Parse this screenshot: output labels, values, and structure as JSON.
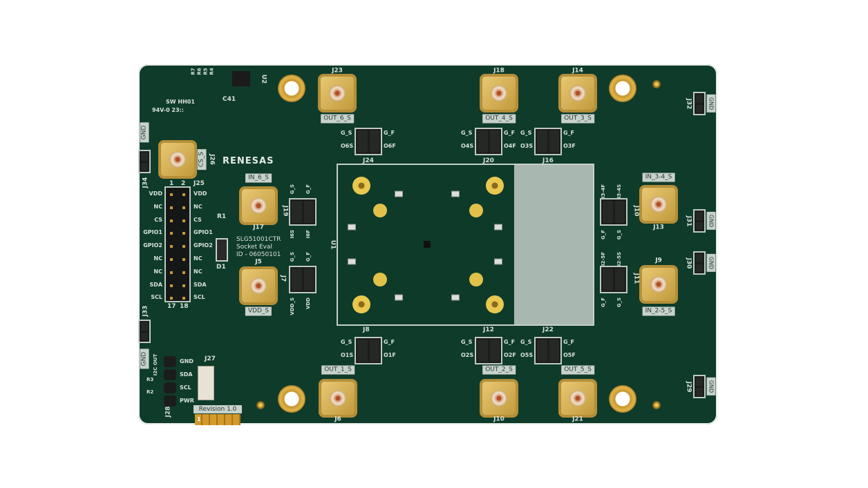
{
  "board": {
    "brand": "RENESAS",
    "product_lines": [
      "SLG51001CTR",
      "Socket Eval",
      "ID - 06050101"
    ],
    "revision": "Revision 1.0",
    "fpc_pin1": "1",
    "marking_lines": [
      "SW HH01",
      "94V-0 23::"
    ],
    "colors": {
      "pcb": "#0f3b2a",
      "gold": "#d8b45a",
      "silkscreen": "#d8e2dc"
    }
  },
  "connectors": [
    {
      "ref": "J23",
      "label": "OUT_6_S"
    },
    {
      "ref": "J18",
      "label": "OUT_4_S"
    },
    {
      "ref": "J14",
      "label": "OUT_3_S"
    },
    {
      "ref": "J26",
      "label": "CS_S"
    },
    {
      "ref": "J17",
      "label": "IN_6_S"
    },
    {
      "ref": "J5",
      "label": "VDD_S"
    },
    {
      "ref": "J13",
      "label": "IN_3-4_S"
    },
    {
      "ref": "J9",
      "label": "IN_2-5_S"
    },
    {
      "ref": "J6",
      "label": "OUT_1_S"
    },
    {
      "ref": "J10",
      "label": "OUT_2_S"
    },
    {
      "ref": "J21",
      "label": "OUT_5_S"
    }
  ],
  "jumpers": [
    {
      "ref": "J24",
      "pins": [
        "G_S",
        "G_F",
        "O6S",
        "O6F"
      ]
    },
    {
      "ref": "J20",
      "pins": [
        "G_S",
        "G_F",
        "O4S",
        "O4F"
      ]
    },
    {
      "ref": "J16",
      "pins": [
        "G_S",
        "G_F",
        "O3S",
        "O3F"
      ]
    },
    {
      "ref": "J19",
      "pins": [
        "G_S",
        "G_F",
        "I6S",
        "I6F"
      ]
    },
    {
      "ref": "J7",
      "pins": [
        "G_S",
        "G_F",
        "VDD_S",
        "VDD"
      ]
    },
    {
      "ref": "J10",
      "pins": [
        "I3-4F",
        "I3-4S",
        "G_F",
        "G_S"
      ]
    },
    {
      "ref": "J11",
      "pins": [
        "I2-5F",
        "I2-5S",
        "G_F",
        "G_S"
      ]
    },
    {
      "ref": "J8",
      "pins": [
        "G_S",
        "G_F",
        "O1S",
        "O1F"
      ]
    },
    {
      "ref": "J12",
      "pins": [
        "G_S",
        "G_F",
        "O2S",
        "O2F"
      ]
    },
    {
      "ref": "J22",
      "pins": [
        "G_S",
        "G_F",
        "O5S",
        "O5F"
      ]
    }
  ],
  "gnd_headers": [
    {
      "ref": "J34",
      "label": "GND"
    },
    {
      "ref": "J33",
      "label": "GND"
    },
    {
      "ref": "J32",
      "label": "GND"
    },
    {
      "ref": "J31",
      "label": "GND"
    },
    {
      "ref": "J30",
      "label": "GND"
    },
    {
      "ref": "J29",
      "label": "GND"
    }
  ],
  "header_j25": {
    "ref": "J25",
    "pin_top": [
      "1",
      "2"
    ],
    "pin_bottom": [
      "17",
      "18"
    ],
    "left": [
      "VDD",
      "NC",
      "CS",
      "GPIO1",
      "GPIO2",
      "NC",
      "NC",
      "SDA",
      "SCL"
    ],
    "right": [
      "VDD",
      "NC",
      "CS",
      "GPIO1",
      "GPIO2",
      "NC",
      "NC",
      "SDA",
      "SCL"
    ]
  },
  "header_j28": {
    "ref": "J28",
    "pins": [
      "GND",
      "SDA",
      "SCL",
      "PWR"
    ],
    "side_label": "I2C OUT"
  },
  "misc_refs": [
    "U2",
    "C41",
    "R7",
    "R6",
    "R5",
    "R4",
    "R1",
    "D1",
    "R3",
    "R2",
    "J27",
    "U1"
  ]
}
